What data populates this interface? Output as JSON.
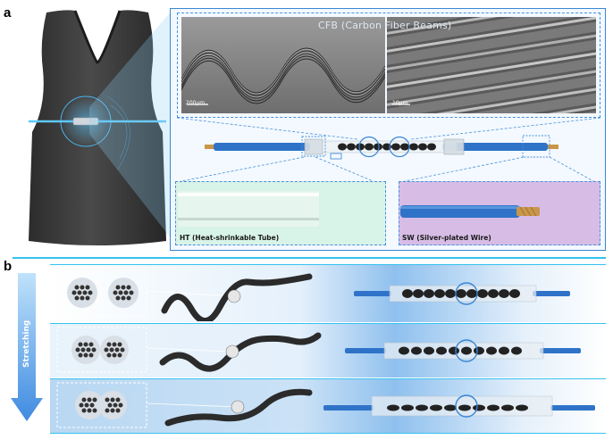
{
  "panel_a": {
    "letter": "a",
    "sem_title": "CFB (Carbon Fiber Beams)",
    "scale_bar_left": "200μm",
    "scale_bar_right": "10μm",
    "inset_ht_label": "HT (Heat-shrinkable Tube)",
    "inset_sw_label": "SW (Silver-plated Wire)"
  },
  "panel_b": {
    "letter": "b",
    "arrow_label": "Stretching"
  },
  "colors": {
    "accent_blue": "#3a86d4",
    "dashed_frame": "#4a90d9",
    "wire_blue": "#2f73c9",
    "copper": "#c9964a",
    "ht_bg": "#d8f3e8",
    "sw_bg": "#d7bde6",
    "cyan_line": "#33c2f0"
  }
}
